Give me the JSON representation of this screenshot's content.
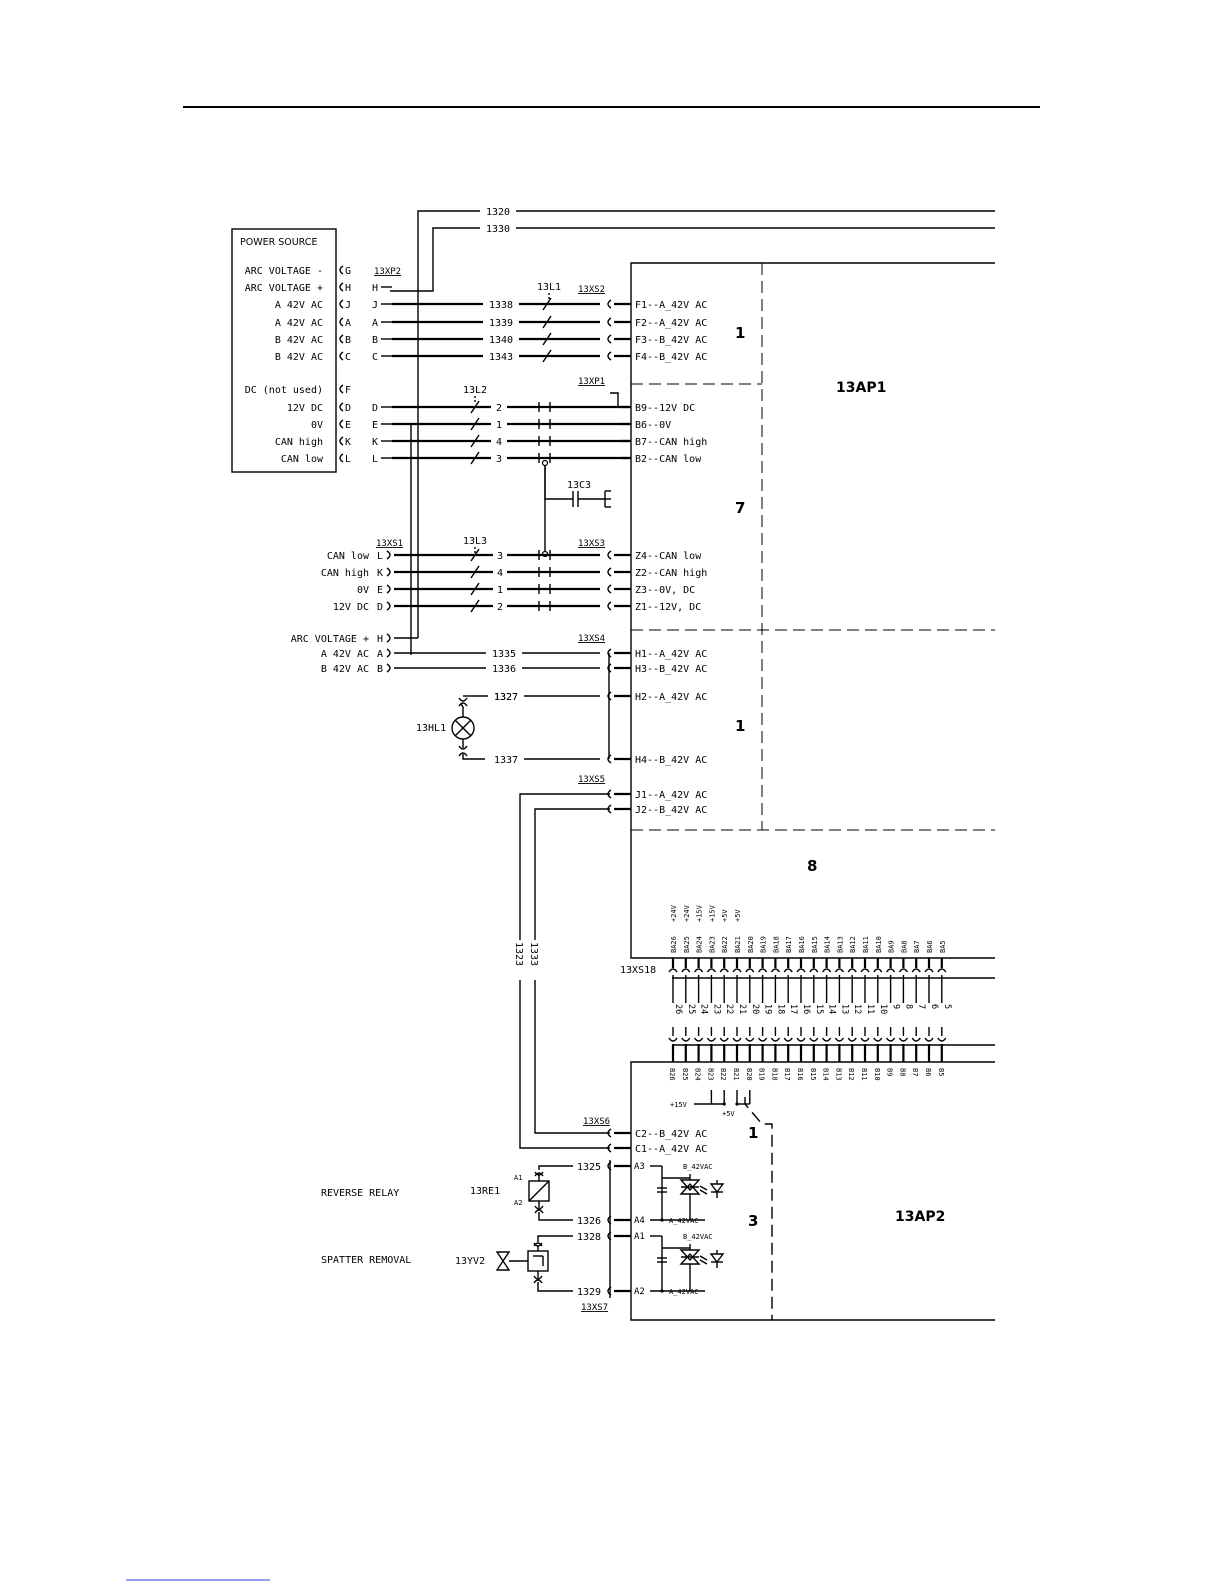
{
  "power_source": {
    "title": "POWER SOURCE",
    "rows": [
      {
        "label": "ARC VOLTAGE -",
        "pin": "G"
      },
      {
        "label": "ARC VOLTAGE +",
        "pin": "H"
      },
      {
        "label": "A 42V AC",
        "pin": "J"
      },
      {
        "label": "A 42V AC",
        "pin": "A"
      },
      {
        "label": "B 42V AC",
        "pin": "B"
      },
      {
        "label": "B 42V AC",
        "pin": "C"
      },
      {
        "label": "DC (not used)",
        "pin": "F"
      },
      {
        "label": "12V DC",
        "pin": "D"
      },
      {
        "label": "0V",
        "pin": "E"
      },
      {
        "label": "CAN high",
        "pin": "K"
      },
      {
        "label": "CAN low",
        "pin": "L"
      }
    ]
  },
  "top_wires": [
    "1320",
    "1330"
  ],
  "connectors": {
    "xp2": "13XP2",
    "xs2": "13XS2",
    "xp1": "13XP1",
    "xs1": "13XS1",
    "xs3": "13XS3",
    "xs4": "13XS4",
    "xs5": "13XS5",
    "xs18": "13XS18",
    "xs6": "13XS6",
    "xs7": "13XS7"
  },
  "filters": {
    "l1": "13L1",
    "l2": "13L2",
    "l3": "13L3",
    "c3": "13C3"
  },
  "xp2_pins": [
    "H",
    "J",
    "A",
    "B",
    "C",
    "D",
    "E",
    "K",
    "L"
  ],
  "xs2_group": {
    "wires": [
      "1338",
      "1339",
      "1340",
      "1343"
    ],
    "terminals": [
      "F1--A_42V AC",
      "F2--A_42V AC",
      "F3--B_42V AC",
      "F4--B_42V AC"
    ]
  },
  "xp1_group": {
    "filter_pins": [
      "2",
      "1",
      "4",
      "3"
    ],
    "terminals": [
      "B9--12V DC",
      "B6--0V",
      "B7--CAN high",
      "B2--CAN low"
    ]
  },
  "xs1_group": {
    "labels": [
      "CAN low",
      "CAN high",
      "0V",
      "12V DC",
      "ARC VOLTAGE +",
      "A 42V AC",
      "B 42V AC"
    ],
    "pins": [
      "L",
      "K",
      "E",
      "D",
      "H",
      "A",
      "B"
    ],
    "filter_pins": [
      "3",
      "4",
      "1",
      "2"
    ]
  },
  "xs3_group": {
    "terminals": [
      "Z4--CAN low",
      "Z2--CAN high",
      "Z3--0V,  DC",
      "Z1--12V,  DC"
    ]
  },
  "xs4_group": {
    "wires": [
      "1335",
      "1336",
      "1327",
      "1337"
    ],
    "terminals": [
      "H1--A_42V AC",
      "H3--B_42V AC",
      "H2--A_42V AC",
      "H4--B_42V AC"
    ],
    "lamp": "13HL1"
  },
  "xs5_group": {
    "terminals": [
      "J1--A_42V AC",
      "J2--B_42V AC"
    ],
    "vertical_wires": [
      "1323",
      "1333"
    ]
  },
  "board": {
    "ap1": "13AP1",
    "ap2": "13AP2",
    "sections": [
      "1",
      "7",
      "1",
      "8",
      "1",
      "3"
    ]
  },
  "xs18": {
    "ba_pins": [
      "BA26",
      "BA25",
      "BA24",
      "BA23",
      "BA22",
      "BA21",
      "BA20",
      "BA19",
      "BA18",
      "BA17",
      "BA16",
      "BA15",
      "BA14",
      "BA13",
      "BA12",
      "BA11",
      "BA10",
      "BA9",
      "BA8",
      "BA7",
      "BA6",
      "BA5"
    ],
    "ba_voltages": [
      "+24V",
      "+24V",
      "+15V",
      "+15V",
      "+5V",
      "+5V"
    ],
    "numbers": [
      "26",
      "25",
      "24",
      "23",
      "22",
      "21",
      "20",
      "19",
      "18",
      "17",
      "16",
      "15",
      "14",
      "13",
      "12",
      "11",
      "10",
      "9",
      "8",
      "7",
      "6",
      "5"
    ],
    "b_pins": [
      "B26",
      "B25",
      "B24",
      "B23",
      "B22",
      "B21",
      "B20",
      "B19",
      "B18",
      "B17",
      "B16",
      "B15",
      "B14",
      "B13",
      "B12",
      "B11",
      "B10",
      "B9",
      "B8",
      "B7",
      "B6",
      "B5"
    ],
    "plus15": "+15V",
    "plus5": "+5V"
  },
  "xs6_group": {
    "terminals": [
      "C2--B_42V AC",
      "C1--A_42V AC"
    ]
  },
  "relay_group": {
    "reverse_relay": "REVERSE RELAY",
    "relay_name": "13RE1",
    "spatter_removal": "SPATTER REMOVAL",
    "valve_name": "13YV2",
    "a1": "A1",
    "a2": "A2",
    "wires": [
      "1325",
      "1326",
      "1328",
      "1329"
    ],
    "pins": [
      "A3",
      "A4",
      "A1",
      "A2"
    ],
    "b42": "B_42VAC",
    "a42": "A_42VAC"
  }
}
